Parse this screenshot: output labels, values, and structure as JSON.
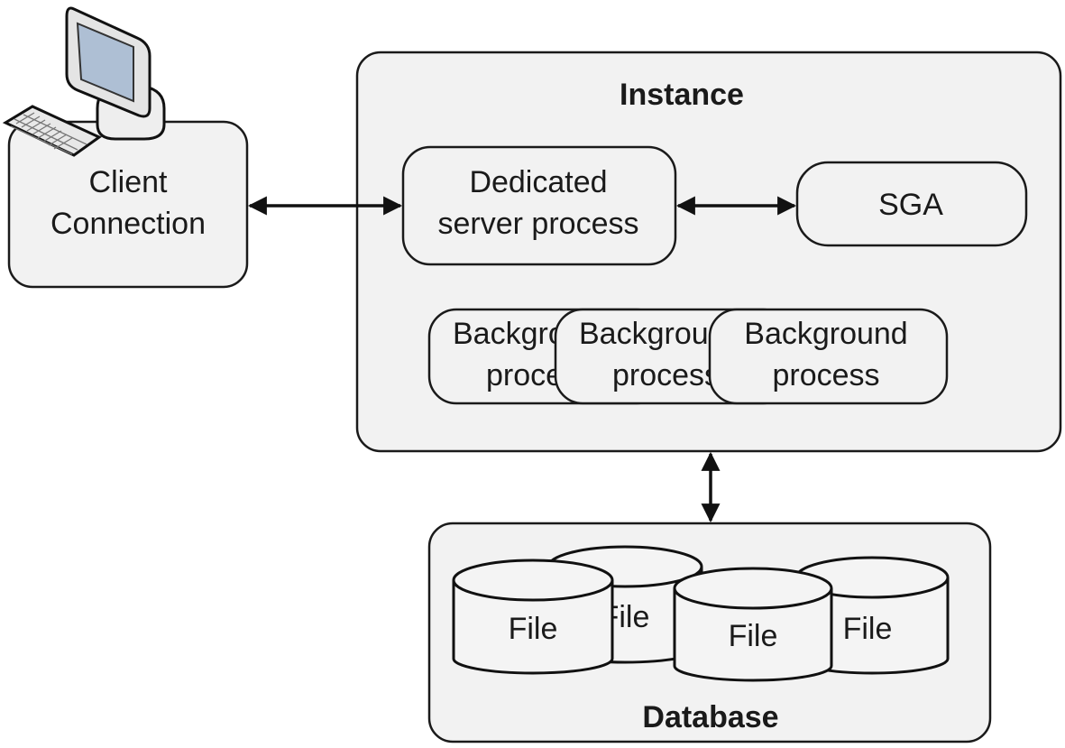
{
  "client": {
    "label_line1": "Client",
    "label_line2": "Connection",
    "icon": "computer-icon"
  },
  "instance": {
    "title": "Instance",
    "dedicated": {
      "line1": "Dedicated",
      "line2": "server process"
    },
    "sga": "SGA",
    "background_processes": [
      {
        "line1": "Background",
        "line2": "process"
      },
      {
        "line1": "Background",
        "line2": "process"
      },
      {
        "line1": "Background",
        "line2": "process"
      }
    ]
  },
  "database": {
    "title": "Database",
    "files": [
      "File",
      "File",
      "File",
      "File"
    ]
  },
  "colors": {
    "box_fill": "#f2f2f2",
    "stroke": "#1a1a1a",
    "screen": "#aebfd4"
  }
}
